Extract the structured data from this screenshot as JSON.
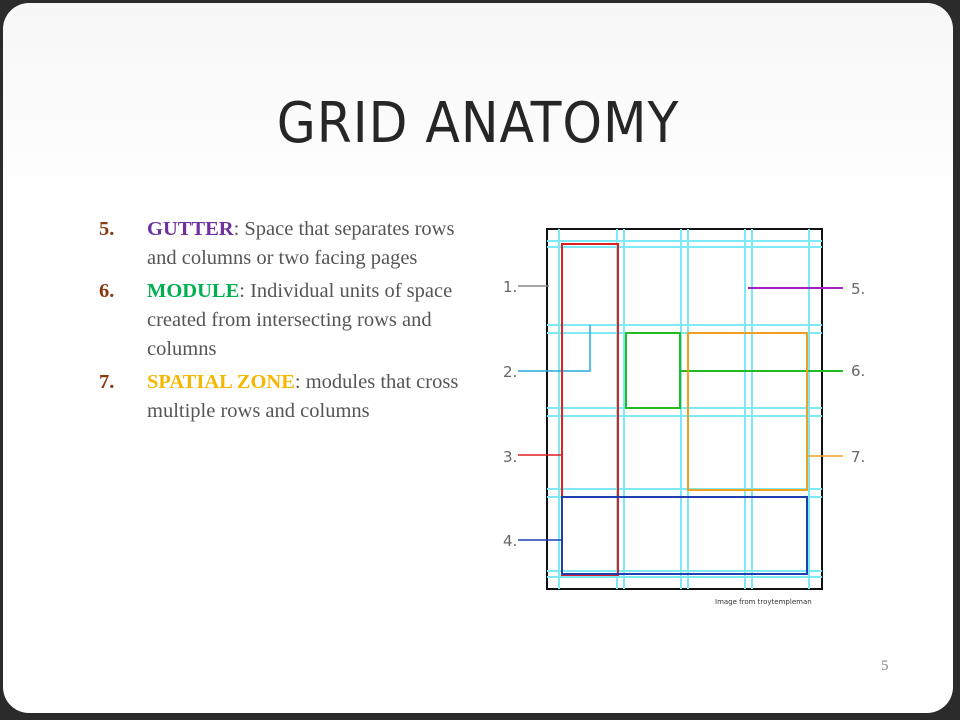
{
  "slide": {
    "title": "GRID ANATOMY",
    "page_number": "5",
    "image_credit": "Image from troytempleman"
  },
  "points": [
    {
      "number": "5.",
      "term": "GUTTER",
      "term_color": "#7030a0",
      "description": ": Space that separates rows and columns or two facing pages"
    },
    {
      "number": "6.",
      "term": "MODULE",
      "term_color": "#00b050",
      "description": ": Individual units of space created from intersecting rows and columns"
    },
    {
      "number": "7.",
      "term": "SPATIAL ZONE",
      "term_color": "#f5b800",
      "description": ": modules that cross multiple rows and columns"
    }
  ],
  "diagram": {
    "callouts": [
      "1.",
      "2.",
      "3.",
      "4.",
      "5.",
      "6.",
      "7."
    ],
    "colors": {
      "grid_lines": "#7fe8f5",
      "callout_1": "#888888",
      "callout_2": "#22aadd",
      "margin_column": "#e02020",
      "gutter": "#a020c0",
      "module": "#22bb22",
      "spatial_zone": "#f0a020",
      "bottom_row": "#1f3fb0"
    }
  }
}
